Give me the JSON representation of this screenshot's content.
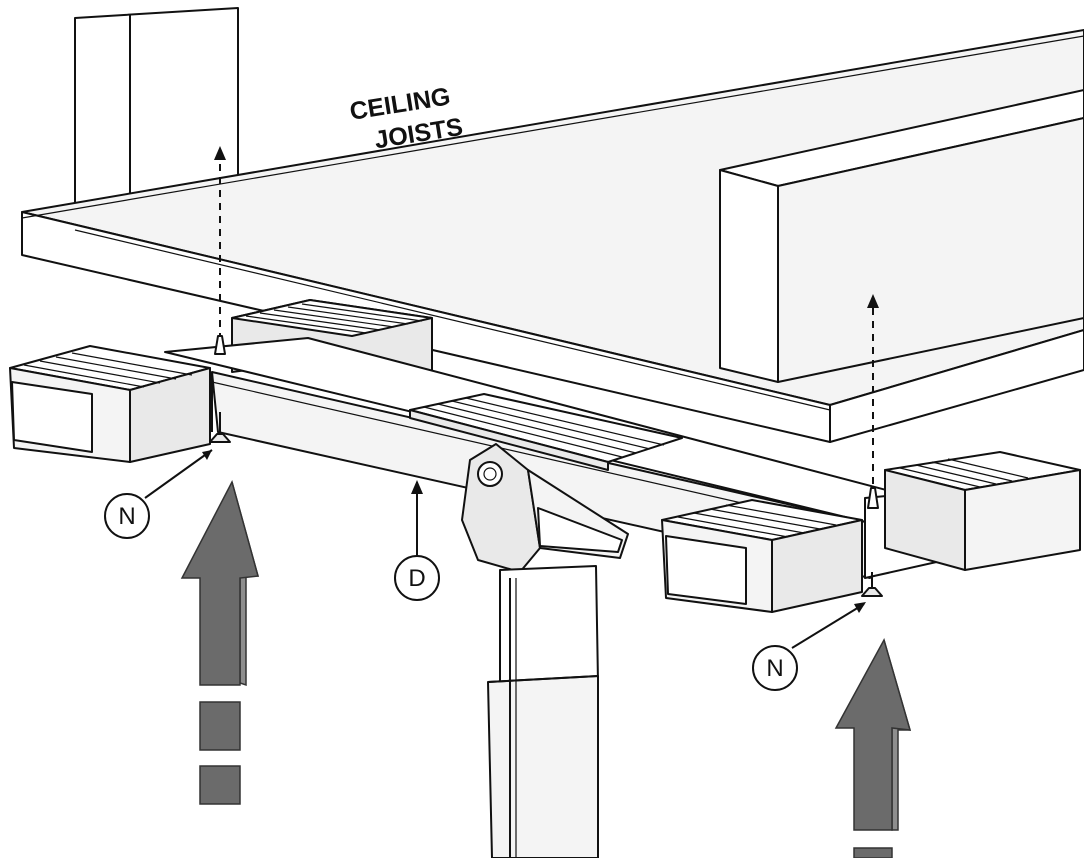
{
  "labels": {
    "ceiling_line1": "CEILING",
    "ceiling_line2": "JOISTS"
  },
  "callouts": [
    {
      "id": "N",
      "text": "N"
    },
    {
      "id": "D",
      "text": "D"
    },
    {
      "id": "N",
      "text": "N"
    }
  ],
  "colors": {
    "line": "#111111",
    "arrow_fill": "#6b6b6b",
    "background": "#ffffff"
  }
}
